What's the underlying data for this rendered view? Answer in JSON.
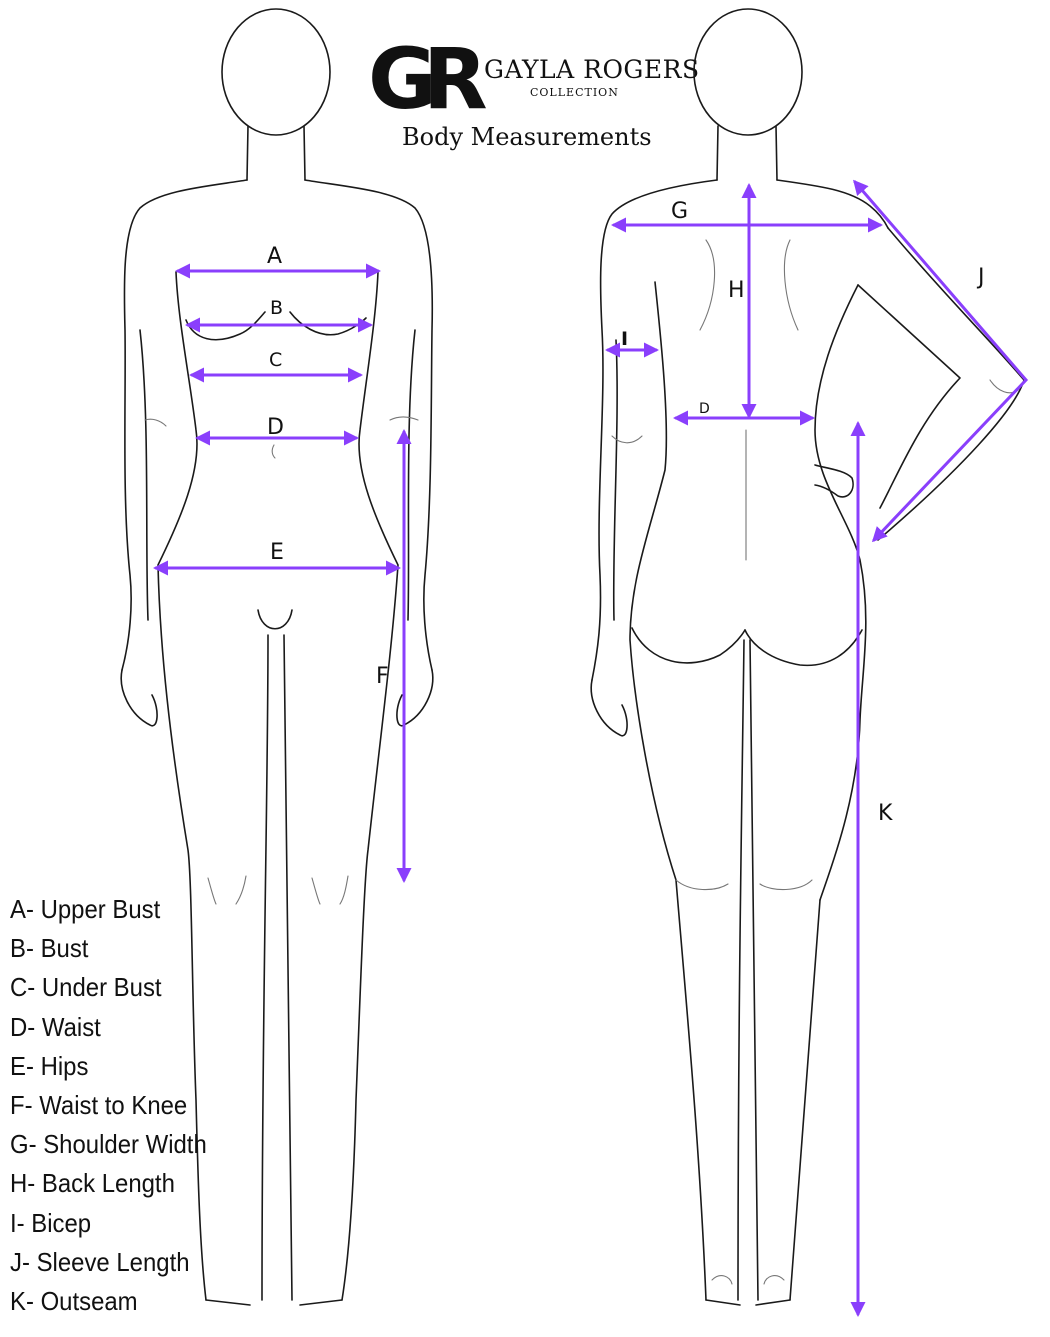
{
  "brand": {
    "monogram": "GR",
    "name": "GAYLA ROGERS",
    "collection": "COLLECTION",
    "title": "Body Measurements"
  },
  "accent_color": "#8a3ffc",
  "line_color": "#1a1a1a",
  "marker_labels": {
    "a": "A",
    "b": "B",
    "c": "C",
    "d_front": "D",
    "e": "E",
    "f": "F",
    "g": "G",
    "h": "H",
    "i": "I",
    "d_back": "D",
    "j": "J",
    "k": "K"
  },
  "legend": [
    "A- Upper Bust",
    "B- Bust",
    "C- Under Bust",
    "D- Waist",
    "E- Hips",
    "F- Waist to Knee",
    "G- Shoulder Width",
    "H- Back Length",
    "I- Bicep",
    "J- Sleeve Length",
    "K- Outseam"
  ]
}
